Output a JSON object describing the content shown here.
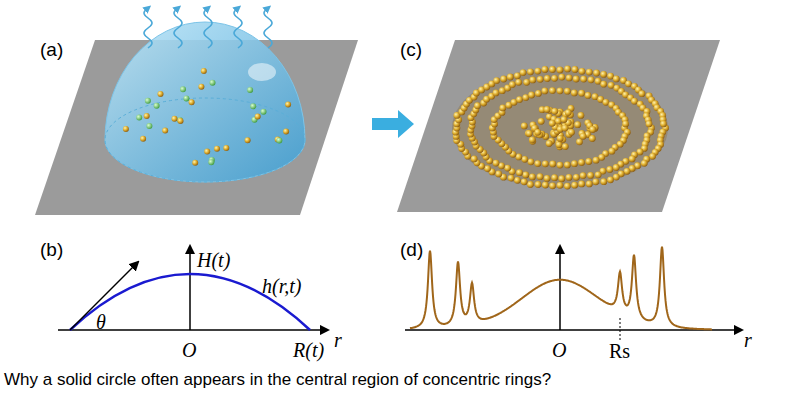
{
  "diagram": {
    "caption": "Why a solid circle often appears in the central region of concentric rings?",
    "labels": [
      "(a)",
      "(b)",
      "H(t)",
      "h(r,t)",
      "θ",
      "O",
      "R(t)",
      "r",
      "(c)",
      "(d)",
      "O",
      "Rs",
      "r"
    ]
  }
}
